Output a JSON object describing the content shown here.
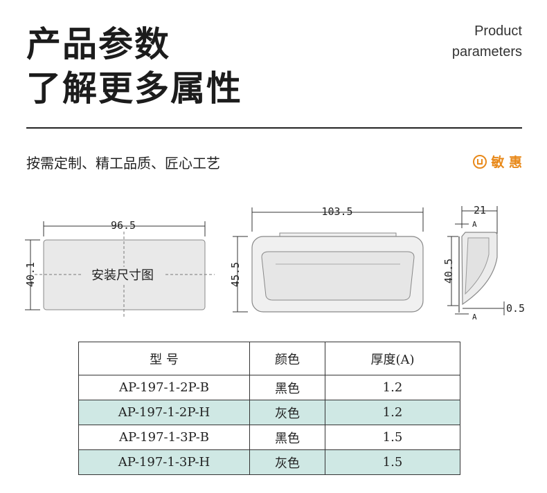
{
  "header": {
    "title_line1": "产品参数",
    "title_line2": "了解更多属性",
    "en_line1": "Product",
    "en_line2": "parameters"
  },
  "tagline": "按需定制、精工品质、匠心工艺",
  "brand": {
    "name": "敏 惠",
    "color": "#e8891a"
  },
  "drawing": {
    "front_width": "96.5",
    "front_height": "40.1",
    "front_label": "安装尺寸图",
    "mid_width": "103.5",
    "mid_height": "45.5",
    "side_width": "21",
    "side_height": "40.5",
    "side_thickness": "0.5",
    "side_label_a_top": "A",
    "side_label_a_bottom": "A"
  },
  "table": {
    "headers": [
      "型 号",
      "颜色",
      "厚度(A)"
    ],
    "rows": [
      [
        "AP-197-1-2P-B",
        "黑色",
        "1.2"
      ],
      [
        "AP-197-1-2P-H",
        "灰色",
        "1.2"
      ],
      [
        "AP-197-1-3P-B",
        "黑色",
        "1.5"
      ],
      [
        "AP-197-1-3P-H",
        "灰色",
        "1.5"
      ]
    ],
    "alt_row_color": "#cfe8e4"
  }
}
